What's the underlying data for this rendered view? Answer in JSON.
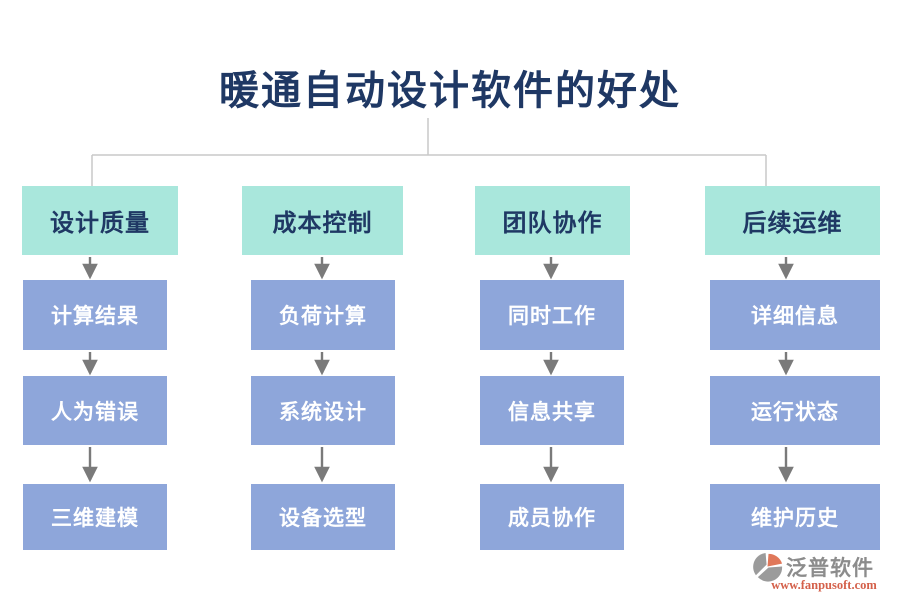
{
  "title": "暖通自动设计软件的好处",
  "columns": [
    {
      "header": "设计质量",
      "items": [
        "计算结果",
        "人为错误",
        "三维建模"
      ]
    },
    {
      "header": "成本控制",
      "items": [
        "负荷计算",
        "系统设计",
        "设备选型"
      ]
    },
    {
      "header": "团队协作",
      "items": [
        "同时工作",
        "信息共享",
        "成员协作"
      ]
    },
    {
      "header": "后续运维",
      "items": [
        "详细信息",
        "运行状态",
        "维护历史"
      ]
    }
  ],
  "logo": {
    "name": "泛普软件",
    "url": "www.fanpusoft.com"
  },
  "colors": {
    "header_box_bg": "#a9e7dc",
    "item_box_bg": "#8ea6da",
    "title_text": "#1f3864",
    "header_text": "#1f3864",
    "item_text": "#ffffff",
    "arrow": "#7a7a7a",
    "connector_line": "#c9c9c9",
    "brand_gray": "#8c8c8c",
    "brand_orange": "#d4604a",
    "logo_icon_orange": "#e0785a",
    "logo_icon_gray": "#9b9b9b"
  }
}
